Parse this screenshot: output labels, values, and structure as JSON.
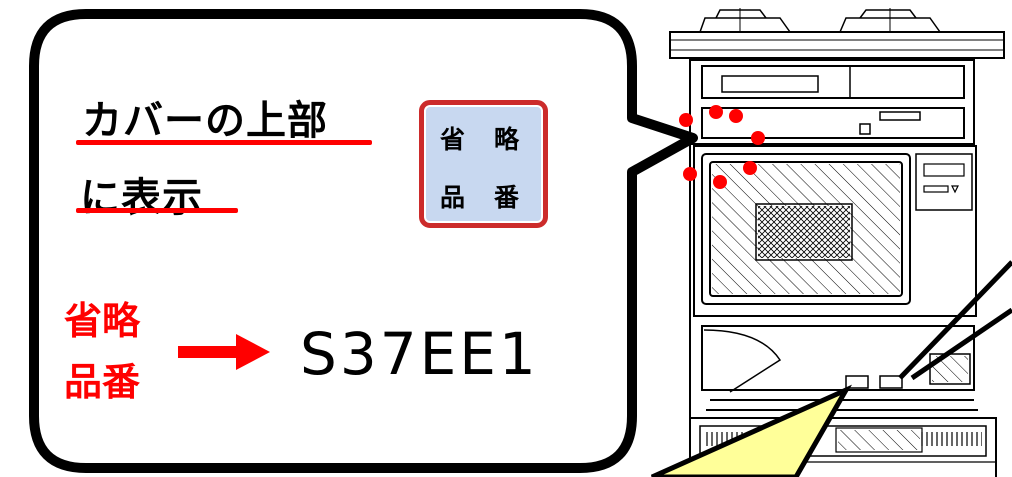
{
  "callout": {
    "location_line1": "カバーの上部",
    "location_line2": "に表示"
  },
  "label_badge": {
    "chars": [
      "省",
      "略",
      "品",
      "番"
    ]
  },
  "abbreviated_code": {
    "label_line1": "省略",
    "label_line2": "品番",
    "value": "S37EE1"
  },
  "colors": {
    "accent_red": "#ff0000",
    "badge_border": "#cc2b2b",
    "badge_fill": "#c8d8f0",
    "callout_yellow": "#ffff99"
  }
}
